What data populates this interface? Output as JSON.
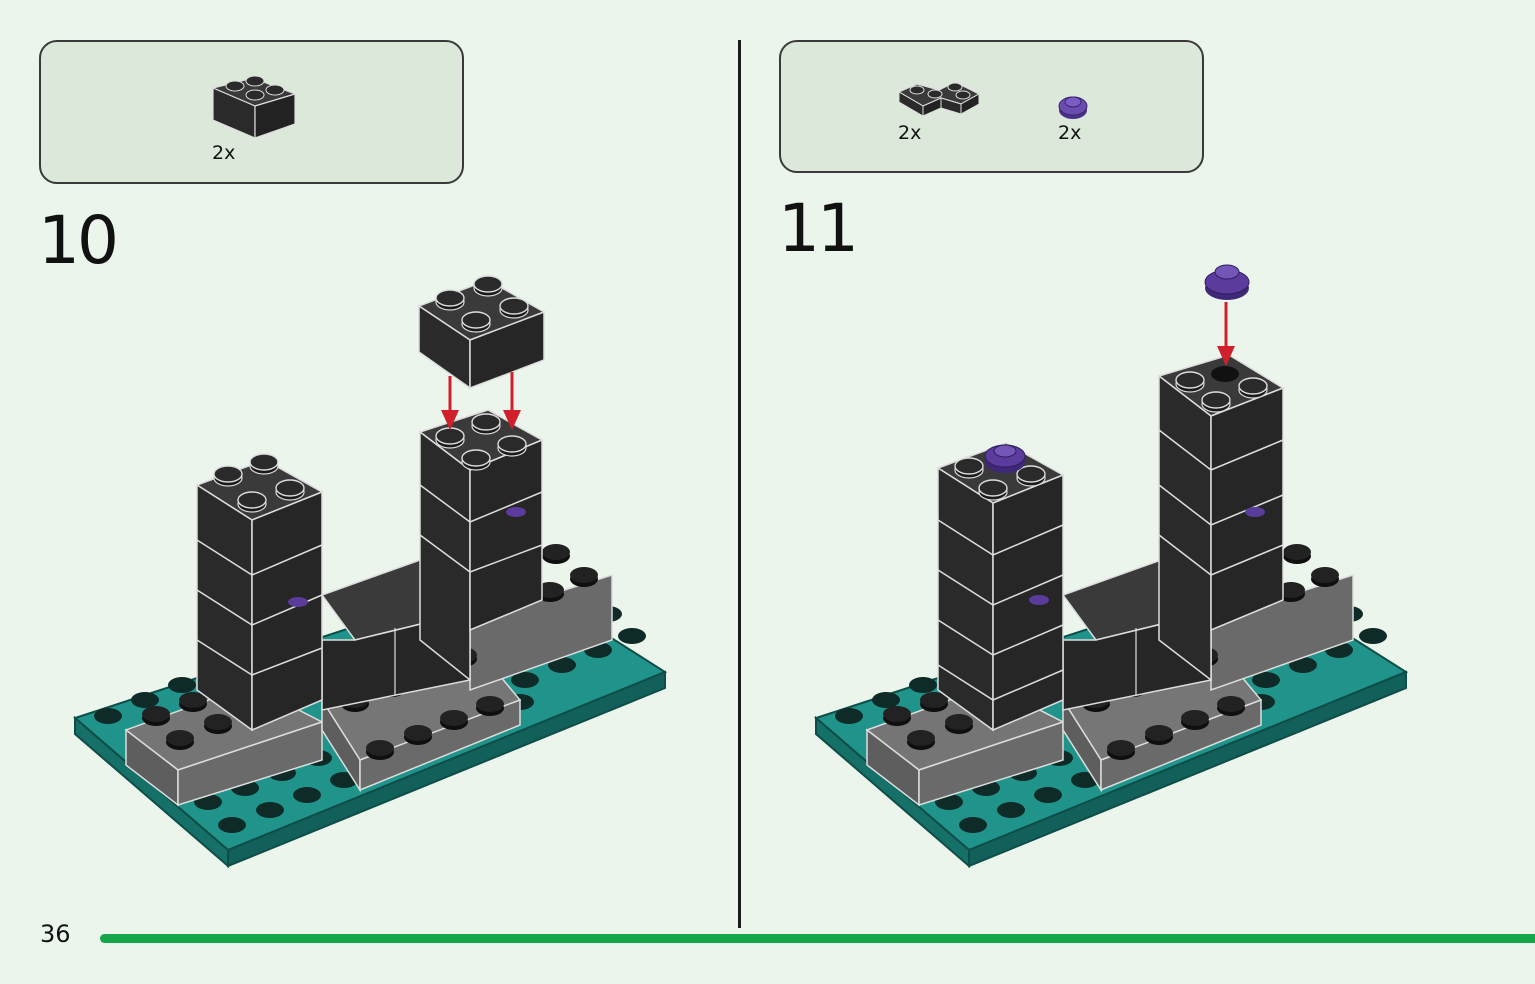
{
  "steps": [
    {
      "number": "10",
      "parts": [
        {
          "qty": "2x",
          "icon": "brick-2x2-black-icon"
        }
      ]
    },
    {
      "number": "11",
      "parts": [
        {
          "qty": "2x",
          "icon": "plate-corner-black-icon"
        },
        {
          "qty": "2x",
          "icon": "round-plate-purple-icon"
        }
      ]
    }
  ],
  "page": {
    "number": "36"
  },
  "colors": {
    "background": "#ebf5eb",
    "callout": "#dce8da",
    "brick_black": "#2e2e2e",
    "base_teal": "#20948b",
    "base_gray": "#6b6b6b",
    "accent_purple": "#5b3c9c",
    "arrow_red": "#d0202c",
    "progress_green": "#16a64a"
  }
}
